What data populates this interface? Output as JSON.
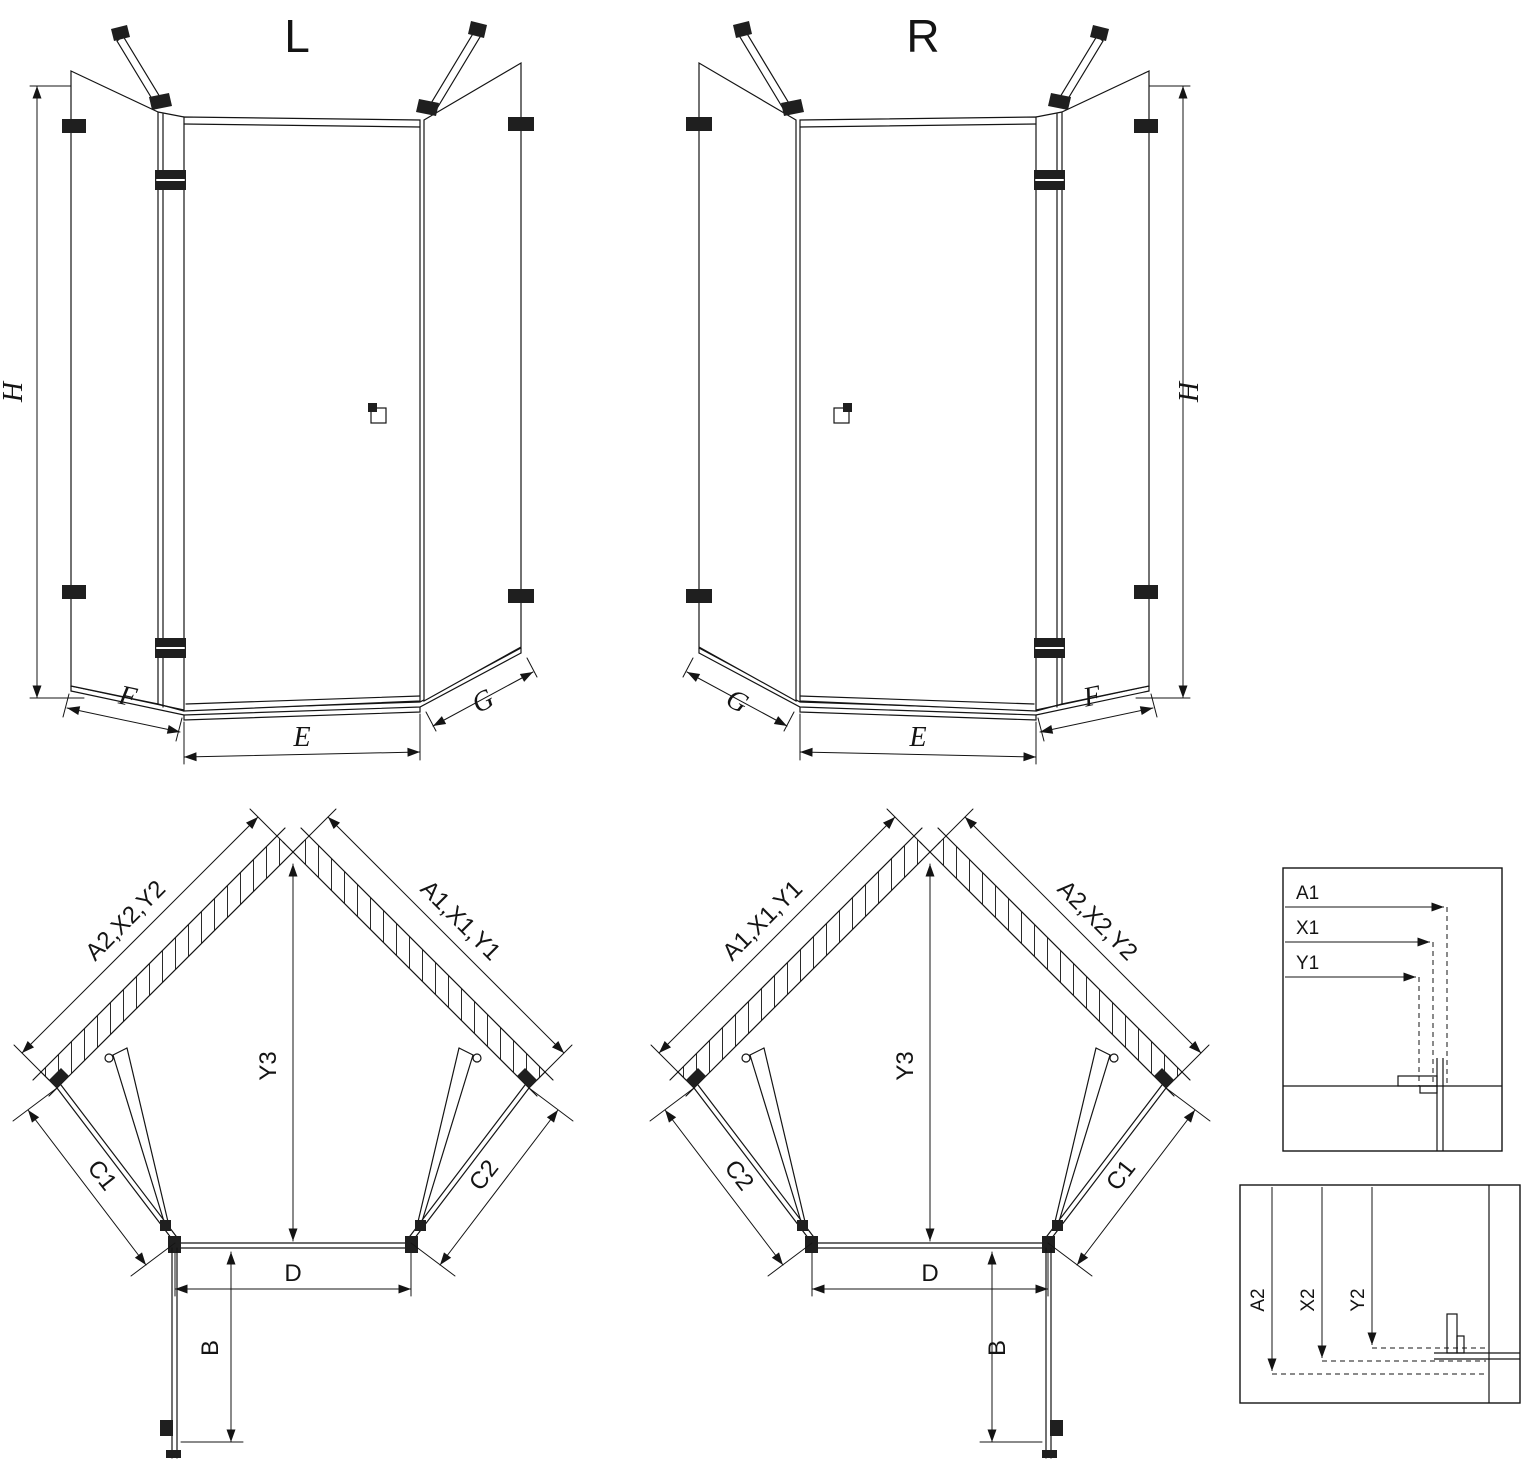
{
  "views": {
    "front_left": {
      "label": "L",
      "height": "H",
      "left": "F",
      "center": "E",
      "right": "G"
    },
    "front_right": {
      "label": "R",
      "height": "H",
      "left": "G",
      "center": "E",
      "right": "F"
    },
    "plan_left": {
      "wall_left": "A2,X2,Y2",
      "wall_right": "A1,X1,Y1",
      "depth": "Y3",
      "side_left": "C1",
      "side_right": "C2",
      "door": "D",
      "return": "B"
    },
    "plan_right": {
      "wall_left": "A1,X1,Y1",
      "wall_right": "A2,X2,Y2",
      "depth": "Y3",
      "side_left": "C2",
      "side_right": "C1",
      "door": "D",
      "return": "B"
    },
    "detail_top": {
      "labels": [
        "A1",
        "X1",
        "Y1"
      ]
    },
    "detail_bottom": {
      "labels": [
        "A2",
        "X2",
        "Y2"
      ]
    }
  },
  "colors": {
    "line": "#141414",
    "hardware": "#1f1f1f",
    "background": "#ffffff"
  }
}
